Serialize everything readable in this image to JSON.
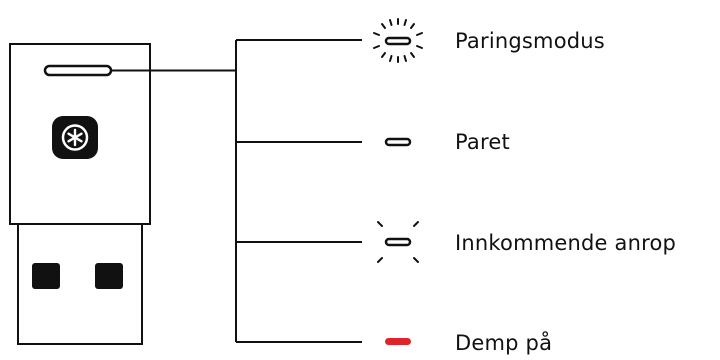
{
  "legend": {
    "items": [
      {
        "label": "Paringsmodus",
        "indicator": "led-fast-blink",
        "color": "#111111"
      },
      {
        "label": "Paret",
        "indicator": "led-solid",
        "color": "#111111"
      },
      {
        "label": "Innkommende anrop",
        "indicator": "led-slow-blink",
        "color": "#111111"
      },
      {
        "label": "Demp på",
        "indicator": "led-solid",
        "color": "#e0232b"
      }
    ]
  },
  "device": {
    "name": "usb-receiver",
    "logo_icon": "teams-asterisk-icon",
    "colors": {
      "outline": "#111111",
      "fill": "#ffffff",
      "logo": "#111111"
    }
  }
}
